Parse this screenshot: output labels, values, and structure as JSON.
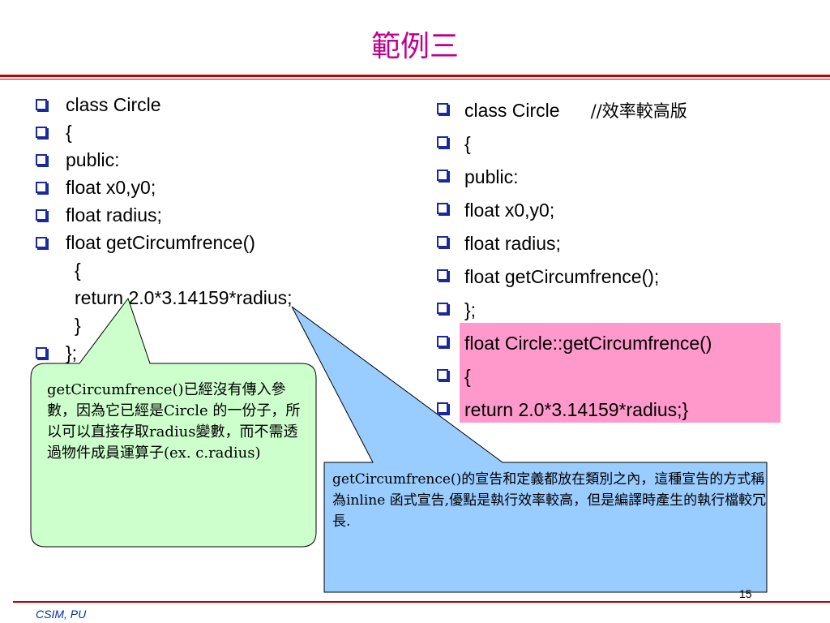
{
  "title": "範例三",
  "footer": "CSIM, PU",
  "page_number": "15",
  "left_code": {
    "lines": [
      "class Circle",
      "{",
      "public:",
      "float x0,y0;",
      "float radius;",
      "float getCircumfrence()"
    ],
    "indented": [
      "{",
      "return 2.0*3.14159*radius;",
      "}"
    ],
    "last": "};"
  },
  "right_code": {
    "class_line": "class Circle",
    "class_comment": "//效率較高版",
    "lines": [
      "{",
      "public:",
      "float x0,y0;",
      "float radius;",
      "float getCircumfrence();",
      "};",
      "float Circle::getCircumfrence()",
      "{",
      "return 2.0*3.14159*radius;}"
    ]
  },
  "callouts": {
    "green": {
      "text": "getCircumfrence()已經沒有傳入參數，因為它已經是Circle 的一份子，所以可以直接存取radius變數，而不需透過物件成員運算子(ex. c.radius)",
      "fill": "#ccffcc"
    },
    "blue": {
      "text": "getCircumfrence()的宣告和定義都放在類別之內，這種宣告的方式稱為inline 函式宣告,優點是執行效率較高，但是編譯時產生的執行檔較冗長.",
      "fill": "#99ccff"
    }
  },
  "colors": {
    "title": "#c0008c",
    "rule": "#c40000",
    "highlight": "#ff99cc",
    "bullet": "#1a2a9a"
  }
}
